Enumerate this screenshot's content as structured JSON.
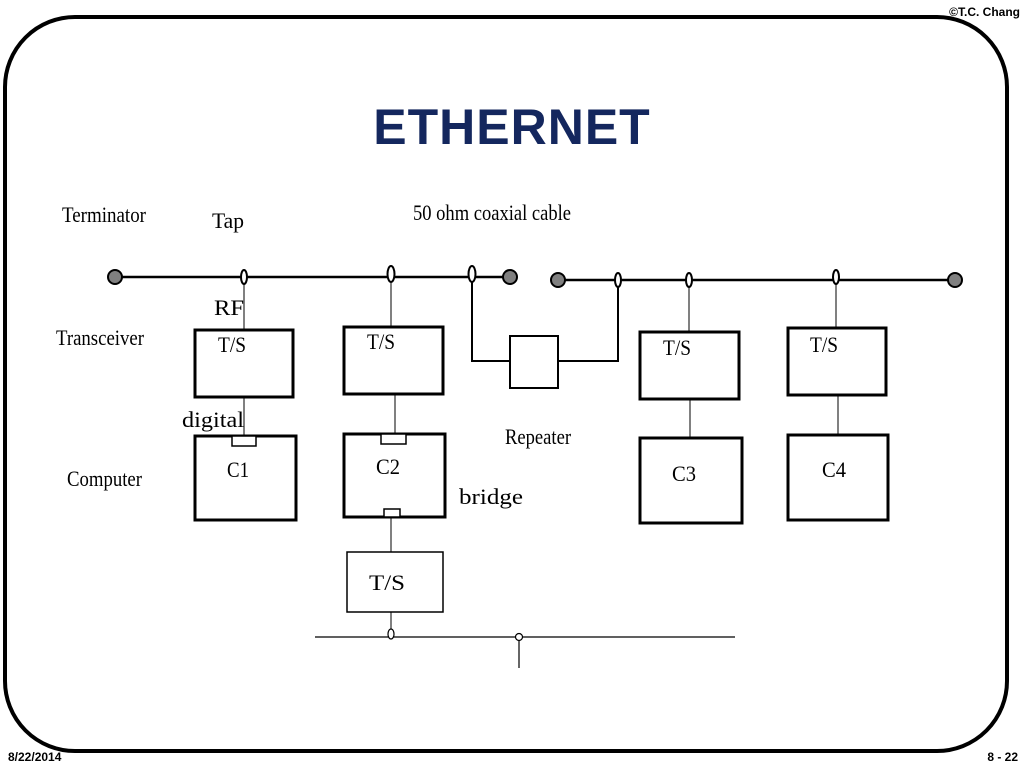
{
  "copyright": "©T.C. Chang",
  "title": "ETHERNET",
  "footer": {
    "date": "8/22/2014",
    "page": "8 - 22"
  },
  "labels": {
    "terminator": "Terminator",
    "tap": "Tap",
    "cable": "50 ohm coaxial cable",
    "rf": "RF",
    "transceiver": "Transceiver",
    "digital": "digital",
    "computer": "Computer",
    "repeater": "Repeater",
    "bridge": "bridge"
  },
  "transceivers": [
    "T/S",
    "T/S",
    "T/S",
    "T/S",
    "T/S"
  ],
  "computers": [
    "C1",
    "C2",
    "C3",
    "C4"
  ],
  "colors": {
    "title": "#14275e",
    "terminator": "#808080",
    "line": "#000000"
  }
}
